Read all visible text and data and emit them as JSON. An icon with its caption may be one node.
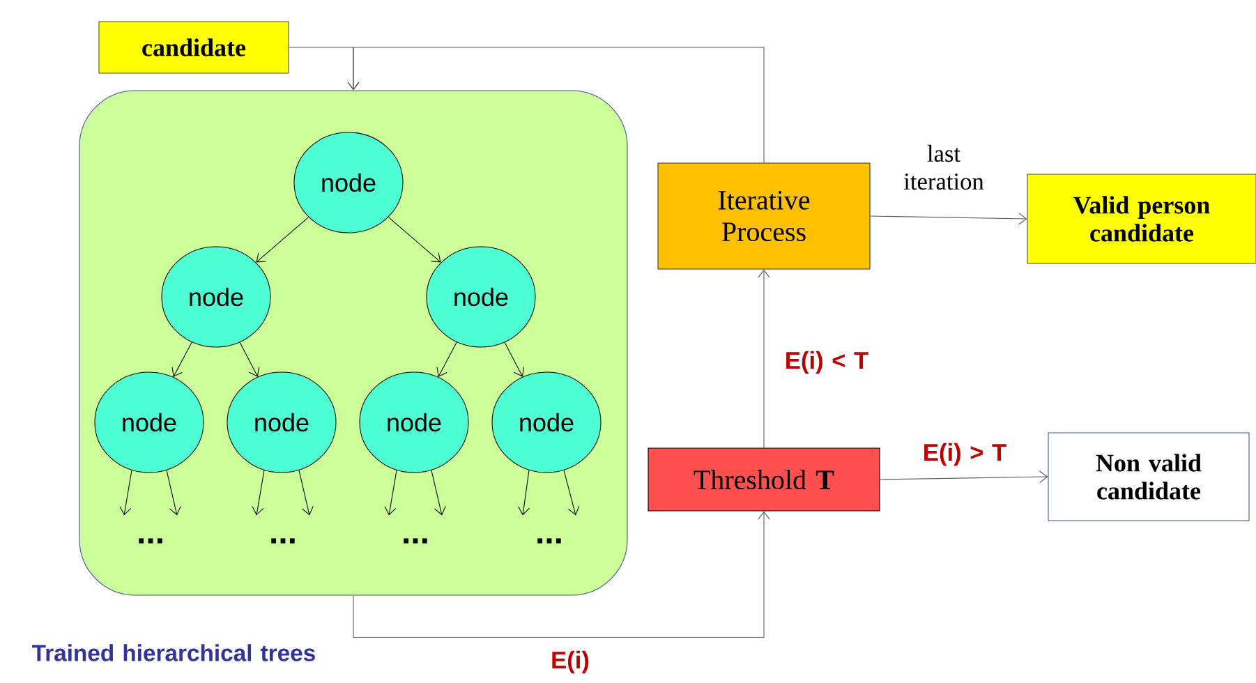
{
  "diagram": {
    "nodes": [
      {
        "text": [
          "candidate"
        ]
      },
      {
        "text": [],
        "shape": "box",
        "beside": [
          "Trained hierarchical trees"
        ]
      },
      {
        "text": [
          "node"
        ],
        "in": 1
      },
      {
        "text": [
          "node"
        ],
        "in": 1
      },
      {
        "text": [
          "node"
        ],
        "in": 1
      },
      {
        "text": [
          "node"
        ],
        "in": 1
      },
      {
        "text": [
          "node"
        ],
        "in": 1
      },
      {
        "text": [
          "node"
        ],
        "in": 1
      },
      {
        "text": [
          "node"
        ],
        "in": 1
      },
      {
        "text": [
          "Iterative Process"
        ]
      },
      {
        "text": [
          "Valid person candidate"
        ]
      },
      {
        "text": [
          "Threshold **T**"
        ]
      },
      {
        "text": [
          "Non valid candidate"
        ]
      },
      {
        "text": [
          "..."
        ],
        "in": 1
      },
      {
        "text": [
          "..."
        ],
        "in": 1
      },
      {
        "text": [
          "..."
        ],
        "in": 1
      },
      {
        "text": [
          "..."
        ],
        "in": 1
      }
    ],
    "edges": [
      {
        "from": 0,
        "to": 1,
        "arrow": "to"
      },
      {
        "from": 9,
        "to": 1,
        "arrow": "to"
      },
      {
        "from": 2,
        "to": 3,
        "arrow": "to"
      },
      {
        "from": 2,
        "to": 4,
        "arrow": "to"
      },
      {
        "from": 3,
        "to": 5,
        "arrow": "to"
      },
      {
        "from": 3,
        "to": 6,
        "arrow": "to"
      },
      {
        "from": 4,
        "to": 7,
        "arrow": "to"
      },
      {
        "from": 4,
        "to": 8,
        "arrow": "to"
      },
      {
        "from": 5,
        "to": 13,
        "arrow": "to"
      },
      {
        "from": 5,
        "to": 13,
        "arrow": "to"
      },
      {
        "from": 6,
        "to": 14,
        "arrow": "to"
      },
      {
        "from": 6,
        "to": 14,
        "arrow": "to"
      },
      {
        "from": 7,
        "to": 15,
        "arrow": "to"
      },
      {
        "from": 7,
        "to": 15,
        "arrow": "to"
      },
      {
        "from": 8,
        "to": 16,
        "arrow": "to"
      },
      {
        "from": 8,
        "to": 16,
        "arrow": "to"
      },
      {
        "from": 1,
        "to": 11,
        "arrow": "to",
        "label": "E(i)"
      },
      {
        "from": 11,
        "to": 9,
        "arrow": "to",
        "label": "E(i) < T"
      },
      {
        "from": 9,
        "to": 10,
        "arrow": "to",
        "label": "last iteration"
      },
      {
        "from": 11,
        "to": 12,
        "arrow": "to",
        "label": "E(i) > T"
      }
    ]
  }
}
